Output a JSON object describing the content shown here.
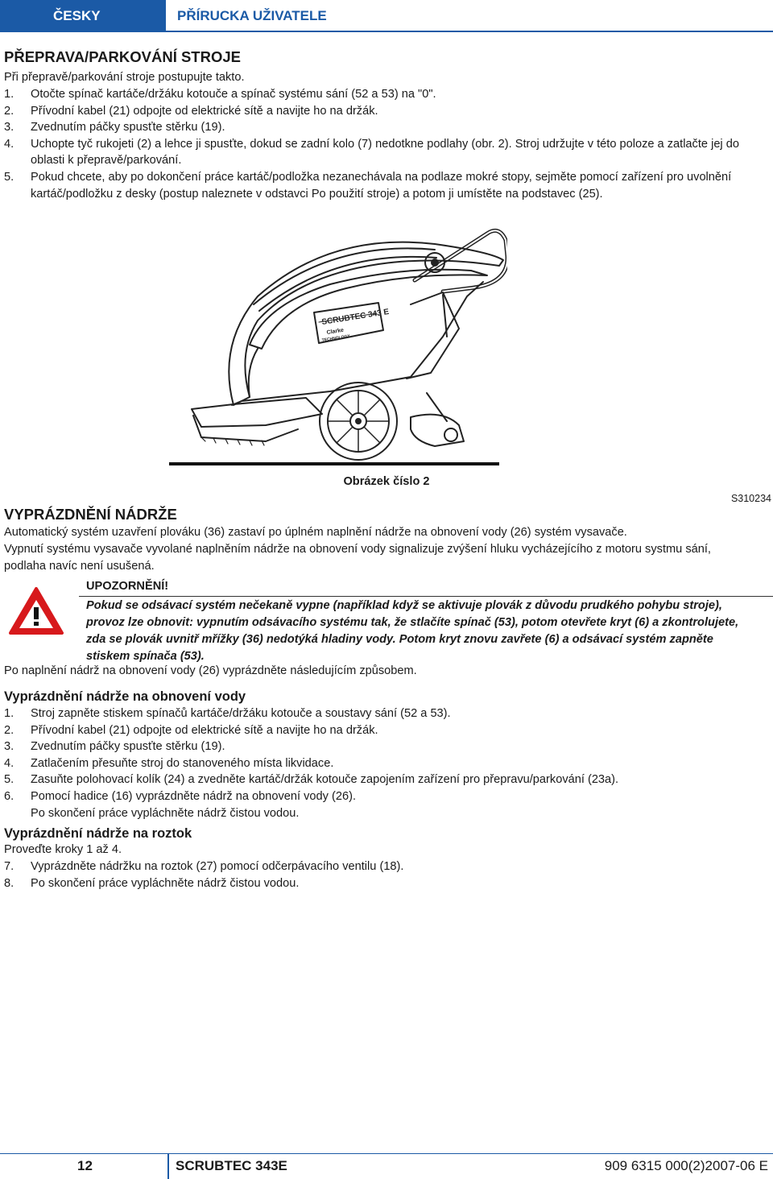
{
  "header": {
    "language": "ČESKY",
    "manual_title": "PŘÍRUCKA UŽIVATELE"
  },
  "transport": {
    "heading": "PŘEPRAVA/PARKOVÁNÍ STROJE",
    "intro": "Při přepravě/parkování stroje postupujte takto.",
    "steps": [
      {
        "num": "1.",
        "text": "Otočte spínač kartáče/držáku kotouče a spínač systému sání (52 a 53) na \"0\"."
      },
      {
        "num": "2.",
        "text": "Přívodní kabel (21) odpojte od elektrické sítě a navijte ho na držák."
      },
      {
        "num": "3.",
        "text": "Zvednutím páčky spusťte stěrku (19)."
      },
      {
        "num": "4.",
        "text": "Uchopte tyč rukojeti (2) a lehce ji spusťte, dokud se zadní kolo (7) nedotkne podlahy (obr. 2). Stroj udržujte v této poloze a zatlačte jej do oblasti k přepravě/parkování."
      },
      {
        "num": "5.",
        "text": "Pokud chcete, aby po dokončení práce kartáč/podložka nezanechávala na podlaze mokré stopy, sejměte pomocí zařízení pro uvolnění kartáč/podložku z desky (postup naleznete v odstavci Po použití stroje) a potom ji umístěte na podstavec (25)."
      }
    ]
  },
  "figure": {
    "caption": "Obrázek číslo 2",
    "code": "S310234",
    "machine_label": "SCRUBTEC 343 E",
    "brand_label": "Clarke",
    "tag_label": "TECHNOLOGY"
  },
  "drain": {
    "heading": "VYPRÁZDNĚNÍ NÁDRŽE",
    "para1": "Automatický systém uzavření plováku (36) zastaví po úplném naplnění nádrže na obnovení vody (26) systém vysavače.",
    "para2": "Vypnutí systému vysavače vyvolané naplněním nádrže na obnovení vody signalizuje zvýšení hluku vycházejícího z motoru systmu sání, podlaha navíc není usušená.",
    "warning_title": "UPOZORNĚNÍ!",
    "warning_text": "Pokud se odsávací systém nečekaně vypne (například když se aktivuje plovák z důvodu prudkého pohybu stroje), provoz lze obnovit: vypnutím odsávacího systému tak, že stlačíte spínač (53), potom otevřete kryt (6) a zkontrolujete, zda se plovák uvnitř mřížky (36) nedotýká hladiny vody. Potom kryt znovu zavřete (6) a odsávací systém zapněte stiskem spínača (53).",
    "para3": "Po naplnění nádrž na obnovení vody (26) vyprázdněte následujícím způsobem."
  },
  "recovery": {
    "heading": "Vyprázdnění nádrže na obnovení vody",
    "steps": [
      {
        "num": "1.",
        "text": "Stroj zapněte stiskem spínačů kartáče/držáku kotouče a soustavy sání (52 a 53)."
      },
      {
        "num": "2.",
        "text": "Přívodní kabel (21) odpojte od elektrické sítě a navijte ho na držák."
      },
      {
        "num": "3.",
        "text": "Zvednutím páčky spusťte stěrku (19)."
      },
      {
        "num": "4.",
        "text": "Zatlačením přesuňte stroj do stanoveného místa likvidace."
      },
      {
        "num": "5.",
        "text": "Zasuňte polohovací kolík (24) a zvedněte kartáč/držák kotouče zapojením zařízení pro přepravu/parkování (23a)."
      },
      {
        "num": "6.",
        "text": "Pomocí hadice (16) vyprázdněte nádrž na obnovení vody (26)."
      }
    ],
    "step6_cont": "Po skončení práce vypláchněte nádrž čistou vodou."
  },
  "solution": {
    "heading": "Vyprázdnění nádrže na roztok",
    "intro": "Proveďte kroky 1 až 4.",
    "steps": [
      {
        "num": "7.",
        "text": "Vyprázdněte nádržku na roztok (27) pomocí odčerpávacího ventilu (18)."
      },
      {
        "num": "8.",
        "text": "Po skončení práce vypláchněte nádrž čistou vodou."
      }
    ]
  },
  "footer": {
    "page_number": "12",
    "model": "SCRUBTEC 343E",
    "doc_number": "909 6315 000(2)2007-06 E"
  },
  "colors": {
    "accent": "#1b5aa6",
    "warning_red": "#d7191c"
  }
}
